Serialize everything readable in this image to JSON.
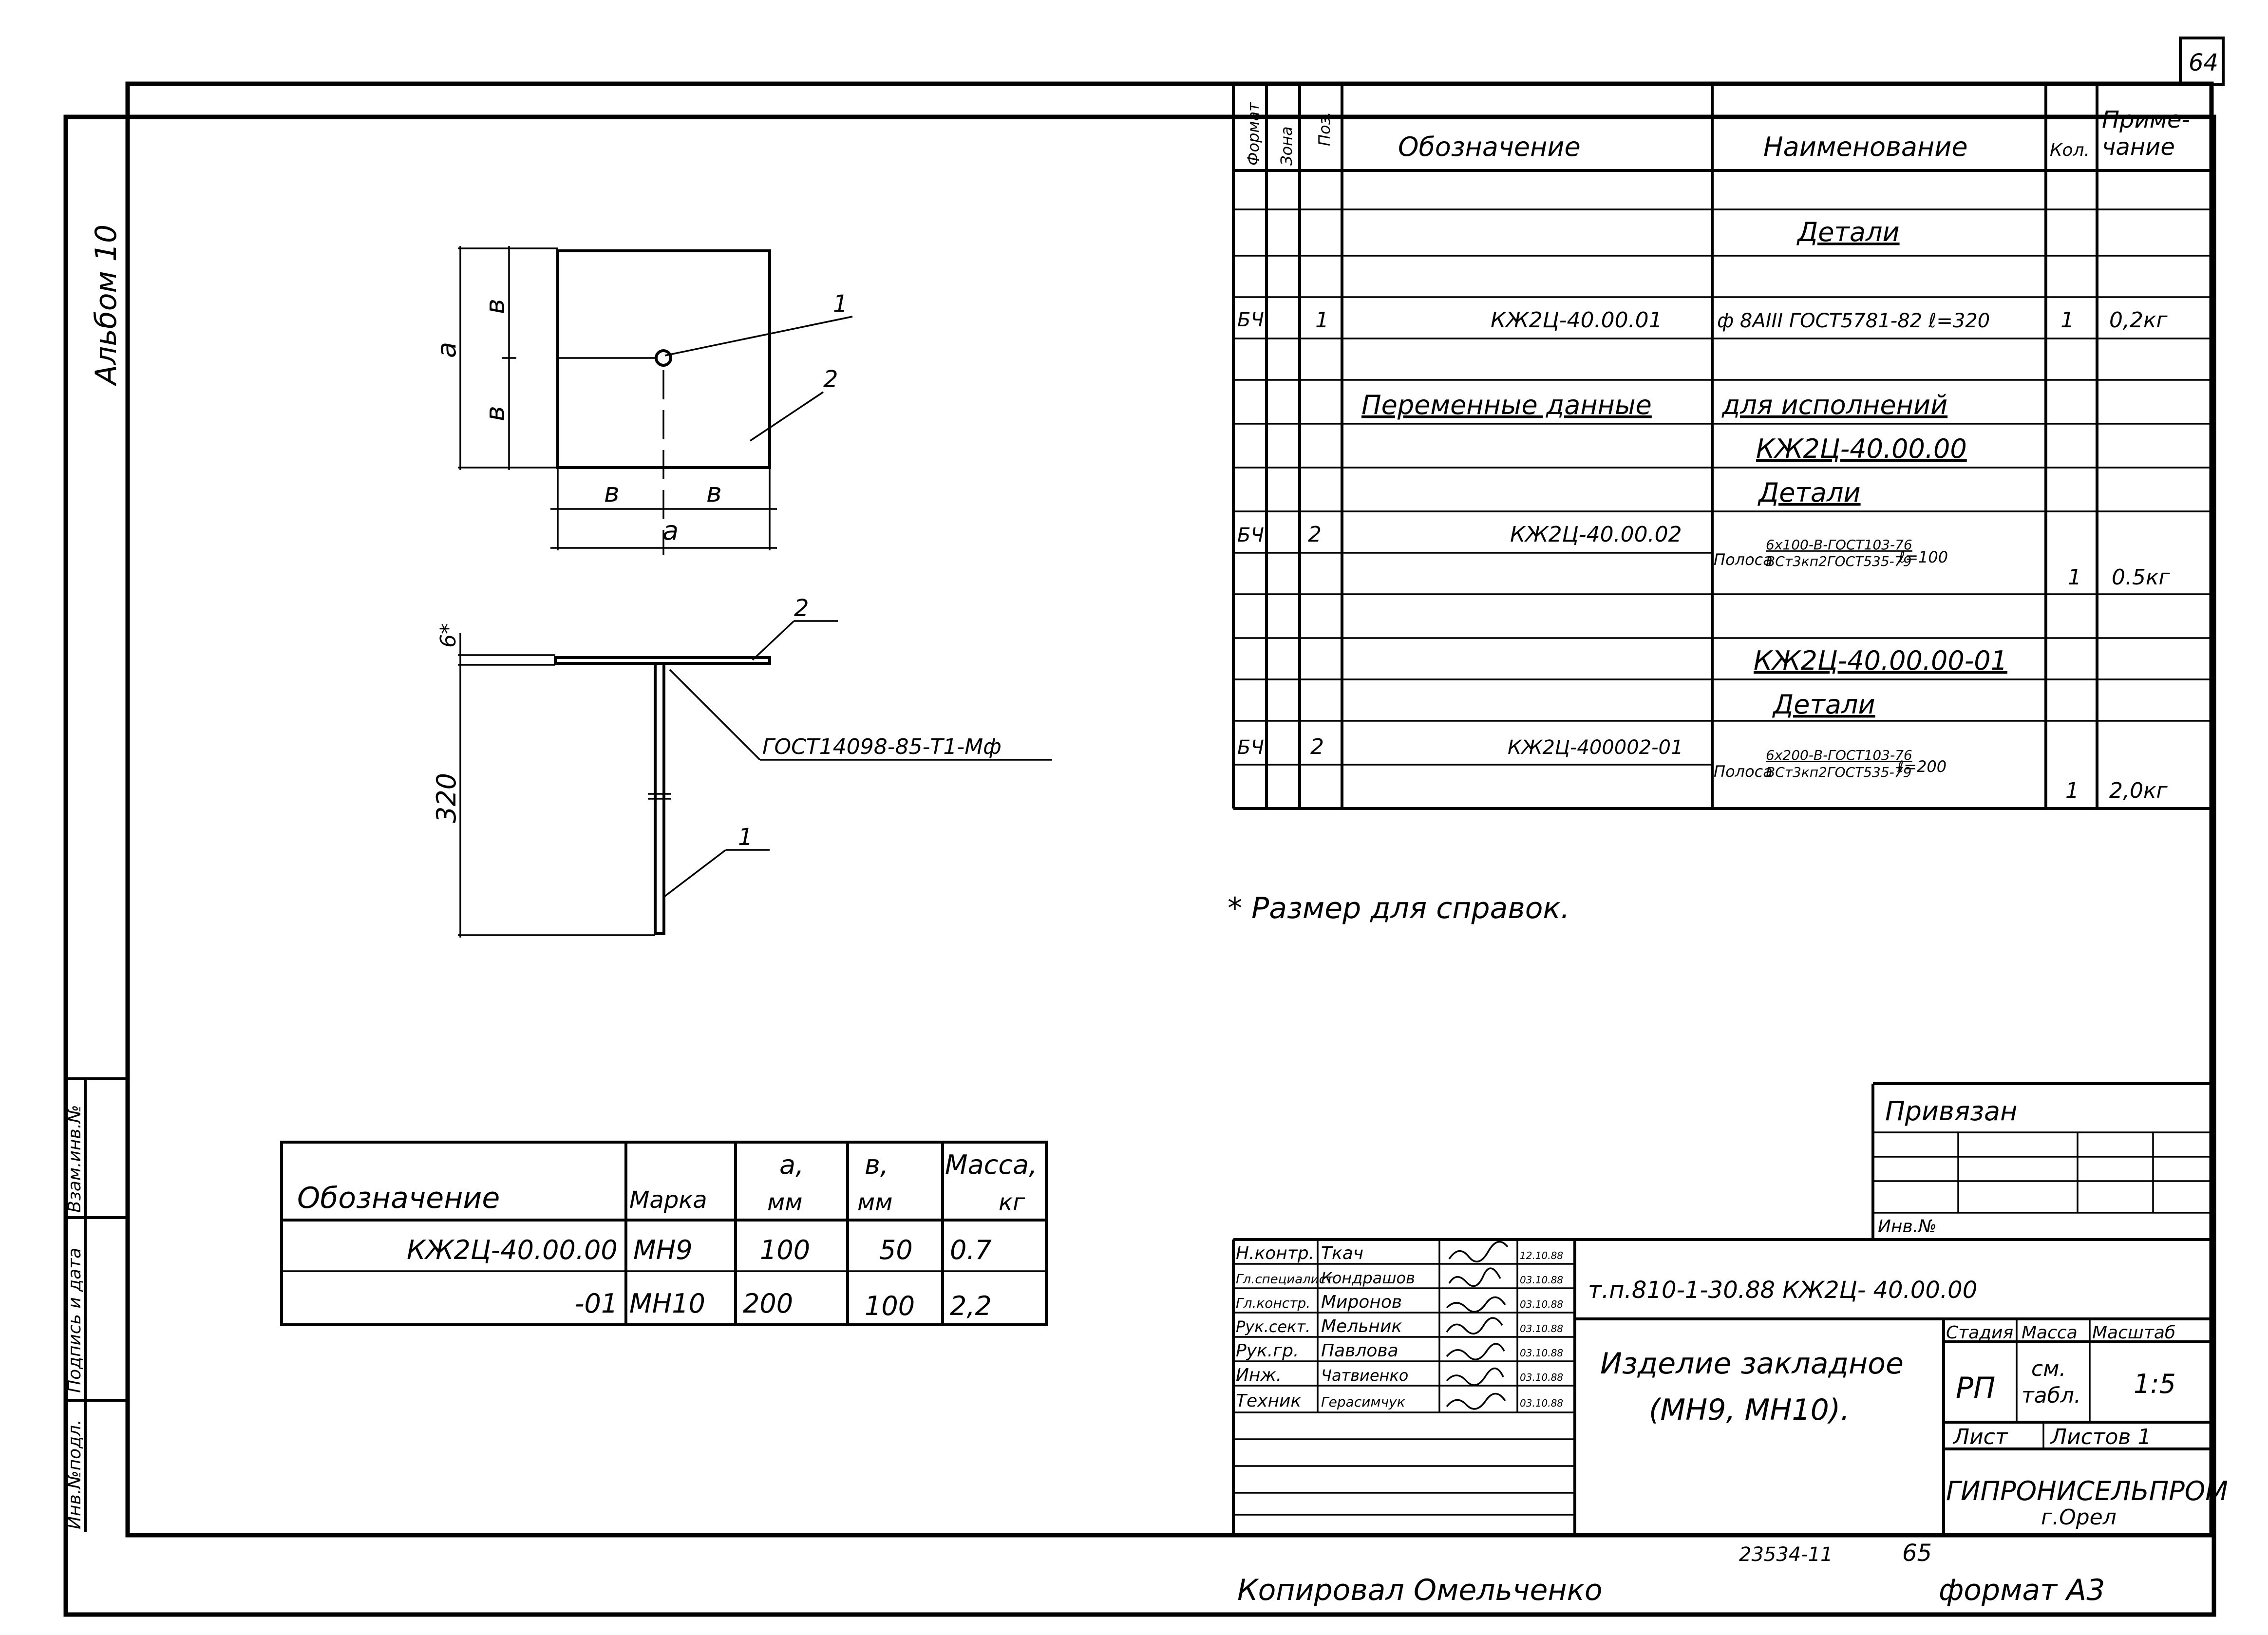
{
  "sheet": {
    "page_number": "64",
    "album": "Альбом 10",
    "reference_note": "* Размер для справок.",
    "copied_by": "Копировал  Омельченко",
    "format": "формат А3",
    "inventory": "23534-11",
    "inventory_page": "65"
  },
  "side_stamp": {
    "inv_podl": "Инв.№подл.",
    "sign_date": "Подпись и дата",
    "vzam_inv": "Взам.инв.№"
  },
  "drawing": {
    "dim_b": "в",
    "dim_a": "а",
    "leader_1": "1",
    "leader_2": "2",
    "dim_6": "6*",
    "dim_320": "320",
    "weld": "ГОСТ14098-85-Т1-Мф"
  },
  "spec_table": {
    "headers": {
      "format": "Формат",
      "zone": "Зона",
      "pos": "Поз.",
      "designation": "Обозначение",
      "name": "Наименование",
      "qty": "Кол.",
      "note_1": "Приме-",
      "note_2": "чание"
    },
    "section_details": "Детали",
    "row1": {
      "format": "БЧ",
      "pos": "1",
      "designation": "КЖ2Ц-40.00.01",
      "name": "ф 8АIII ГОСТ5781-82 ℓ=320",
      "qty": "1",
      "note": "0,2кг"
    },
    "variable_data_1": "Переменные данные",
    "variable_data_2": "для  исполнений",
    "variant_1": "КЖ2Ц-40.00.00",
    "section_details_2": "Детали",
    "row2": {
      "format": "БЧ",
      "pos": "2",
      "designation": "КЖ2Ц-40.00.02",
      "name_prefix": "Полоса",
      "name_top": "6х100-В-ГОСТ103-76",
      "name_bottom": "ВСт3кп2ГОСТ535-79",
      "length": "ℓ=100",
      "qty": "1",
      "note": "0.5кг"
    },
    "variant_2": "КЖ2Ц-40.00.00-01",
    "section_details_3": "Детали",
    "row3": {
      "format": "БЧ",
      "pos": "2",
      "designation": "КЖ2Ц-400002-01",
      "name_prefix": "Полоса",
      "name_top": "6х200-В-ГОСТ103-76",
      "name_bottom": "ВСт3кп2ГОСТ535-79",
      "length": "ℓ=200",
      "qty": "1",
      "note": "2,0кг"
    }
  },
  "mark_table": {
    "headers": {
      "designation": "Обозначение",
      "mark": "Марка",
      "a_1": "а,",
      "a_2": "мм",
      "b_1": "в,",
      "b_2": "мм",
      "mass_1": "Масса,",
      "mass_2": "кг"
    },
    "rows": [
      {
        "designation": "КЖ2Ц-40.00.00",
        "mark": "МН9",
        "a": "100",
        "b": "50",
        "mass": "0.7"
      },
      {
        "designation": "-01",
        "mark": "МН10",
        "a": "200",
        "b": "100",
        "mass": "2,2"
      }
    ]
  },
  "privyazan": {
    "label": "Привязан",
    "inv": "Инв.№"
  },
  "title_block": {
    "code": "т.п.810-1-30.88  КЖ2Ц- 40.00.00",
    "title_1": "Изделие закладное",
    "title_2": "(МН9, МН10).",
    "stage_label": "Стадия",
    "mass_label": "Масса",
    "scale_label": "Масштаб",
    "stage": "РП",
    "mass_1": "см.",
    "mass_2": "табл.",
    "scale": "1:5",
    "sheet": "Лист",
    "sheets": "Листов 1",
    "org": "ГИПРОНИСЕЛЬПРОМ",
    "city": "г.Орел",
    "people": [
      {
        "role": "Н.контр.",
        "name": "Ткач",
        "date": "12.10.88"
      },
      {
        "role": "Гл.специалист",
        "name": "Кондрашов",
        "date": "03.10.88"
      },
      {
        "role": "Гл.констр.",
        "name": "Миронов",
        "date": "03.10.88"
      },
      {
        "role": "Рук.сект.",
        "name": "Мельник",
        "date": "03.10.88"
      },
      {
        "role": "Рук.гр.",
        "name": "Павлова",
        "date": "03.10.88"
      },
      {
        "role": "Инж.",
        "name": "Чатвиенко",
        "date": "03.10.88"
      },
      {
        "role": "Техник",
        "name": "Герасимчук",
        "date": "03.10.88"
      }
    ]
  }
}
